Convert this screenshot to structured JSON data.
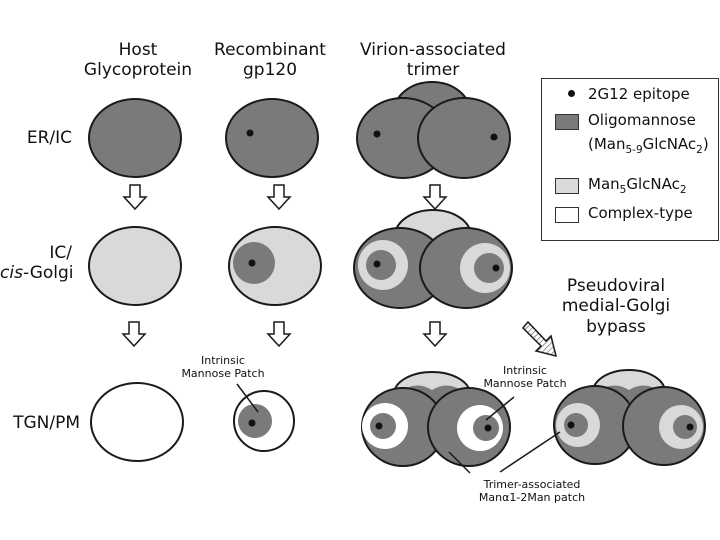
{
  "columns": {
    "host": [
      "Host",
      "Glycoprotein"
    ],
    "recombinant": [
      "Recombinant",
      "gp120"
    ],
    "virion": [
      "Virion-associated",
      "trimer"
    ]
  },
  "rows": {
    "er": "ER/IC",
    "cis_line1": "IC/",
    "cis_line2_italic": "cis",
    "cis_line2_rest": "-Golgi",
    "tgn": "TGN/PM"
  },
  "legend": {
    "epitope": "2G12 epitope",
    "oligomannose": "Oligomannose",
    "oligomannose_sub": "(Man5-9GlcNAc2)",
    "man5": "Man5GlcNAc2",
    "complex": "Complex-type"
  },
  "annotations": {
    "intrinsic_patch_1": [
      "Intrinsic",
      "Mannose Patch"
    ],
    "intrinsic_patch_2": [
      "Intrinsic",
      "Mannose Patch"
    ],
    "trimer_patch": [
      "Trimer-associated",
      "Manα1-2Man patch"
    ],
    "bypass": [
      "Pseudoviral",
      "medial-Golgi",
      "bypass"
    ]
  },
  "colors": {
    "oligomannose": "#7a7a7a",
    "man5": "#d9d9d9",
    "complex": "#ffffff",
    "outline": "#1a1a1a",
    "epitope": "#111111"
  }
}
